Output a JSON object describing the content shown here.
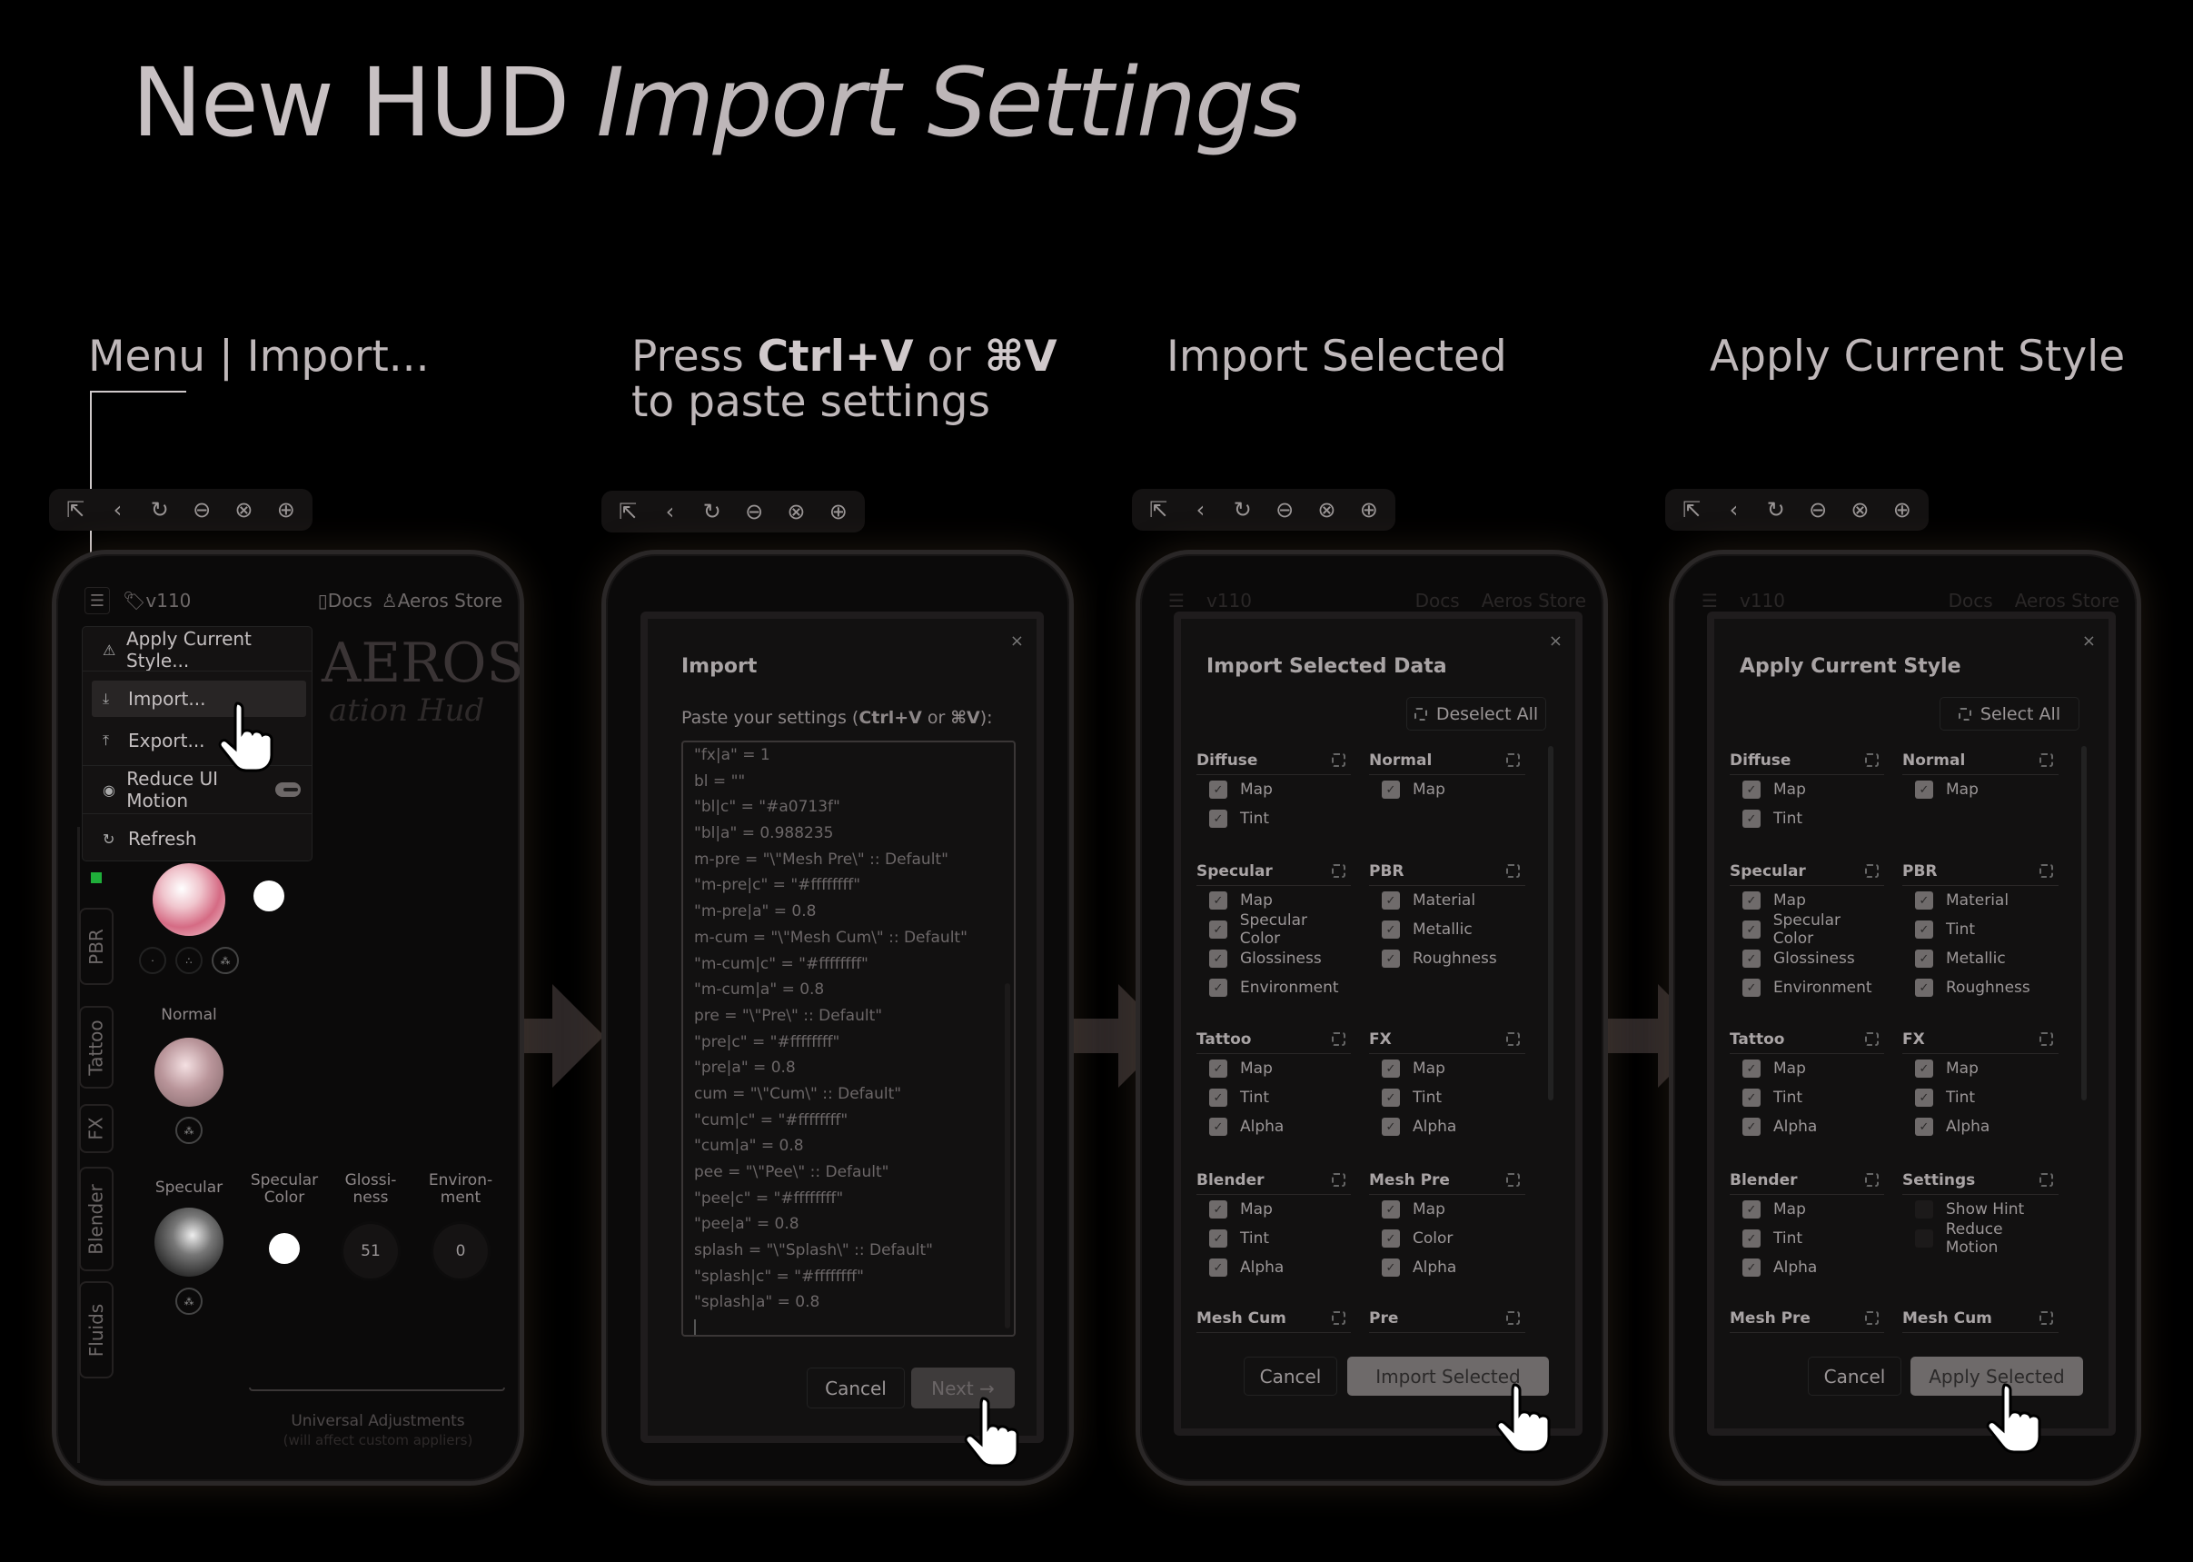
{
  "title": {
    "main": "New HUD",
    "italic": "Import Settings"
  },
  "steps": [
    {
      "label": "Menu | Import..."
    },
    {
      "line1a": "Press ",
      "line1b": "Ctrl+V",
      "line1c": " or ",
      "line1d": "⌘V",
      "line2": "to paste settings"
    },
    {
      "label": "Import Selected"
    },
    {
      "label": "Apply Current Style"
    }
  ],
  "toolbar_icons": [
    "exit-fullscreen-icon",
    "back-icon",
    "refresh-icon",
    "zoom-out-icon",
    "zoom-reset-icon",
    "zoom-in-icon"
  ],
  "hud": {
    "version": "v110",
    "docs": "Docs",
    "store": "Aeros Store",
    "logo": "AEROS",
    "logo_script": "ation Hud",
    "menu": [
      {
        "icon": "apply-style-icon",
        "label": "Apply Current Style..."
      },
      {
        "icon": "import-icon",
        "label": "Import..."
      },
      {
        "icon": "export-icon",
        "label": "Export..."
      },
      {
        "icon": "eye-icon",
        "label": "Reduce UI Motion"
      },
      {
        "icon": "refresh-icon",
        "label": "Refresh"
      }
    ],
    "reduce_motion_on": false,
    "tabs": [
      "PBR",
      "Tattoo",
      "FX",
      "Blender",
      "Fluids"
    ],
    "labels": {
      "normal": "Normal",
      "specular": "Specular",
      "spec_color": "Specular Color",
      "gloss": "Glossi- ness",
      "env": "Environ- ment"
    },
    "gloss_value": "51",
    "env_value": "0",
    "universal": "Universal Adjustments",
    "universal_sub": "(will affect custom appliers)"
  },
  "import_modal": {
    "title": "Import",
    "prompt_a": "Paste your settings (",
    "prompt_b": "Ctrl+V",
    "prompt_c": " or ",
    "prompt_d": "⌘V",
    "prompt_e": "):",
    "lines": [
      "\"fx|a\" = 1",
      "bl = \"\"",
      "\"bl|c\" = \"#a0713f\"",
      "\"bl|a\" = 0.988235",
      "m-pre = \"\\\"Mesh Pre\\\" :: Default\"",
      "\"m-pre|c\" = \"#ffffffff\"",
      "\"m-pre|a\" = 0.8",
      "m-cum = \"\\\"Mesh Cum\\\" :: Default\"",
      "\"m-cum|c\" = \"#ffffffff\"",
      "\"m-cum|a\" = 0.8",
      "pre = \"\\\"Pre\\\" :: Default\"",
      "\"pre|c\" = \"#ffffffff\"",
      "\"pre|a\" = 0.8",
      "cum = \"\\\"Cum\\\" :: Default\"",
      "\"cum|c\" = \"#ffffffff\"",
      "\"cum|a\" = 0.8",
      "pee = \"\\\"Pee\\\" :: Default\"",
      "\"pee|c\" = \"#ffffffff\"",
      "\"pee|a\" = 0.8",
      "splash = \"\\\"Splash\\\" :: Default\"",
      "\"splash|c\" = \"#ffffffff\"",
      "\"splash|a\" = 0.8"
    ],
    "cancel": "Cancel",
    "next": "Next →"
  },
  "select_modal": {
    "title": "Import Selected Data",
    "toggle": "Deselect All",
    "cancel": "Cancel",
    "confirm": "Import Selected",
    "left": [
      {
        "name": "Diffuse",
        "items": [
          [
            "Map",
            true
          ],
          [
            "Tint",
            true
          ]
        ]
      },
      {
        "name": "Specular",
        "items": [
          [
            "Map",
            true
          ],
          [
            "Specular Color",
            true
          ],
          [
            "Glossiness",
            true
          ],
          [
            "Environment",
            true
          ]
        ]
      },
      {
        "name": "Tattoo",
        "items": [
          [
            "Map",
            true
          ],
          [
            "Tint",
            true
          ],
          [
            "Alpha",
            true
          ]
        ]
      },
      {
        "name": "Blender",
        "items": [
          [
            "Map",
            true
          ],
          [
            "Tint",
            true
          ],
          [
            "Alpha",
            true
          ]
        ]
      },
      {
        "name": "Mesh Cum",
        "items": []
      }
    ],
    "right": [
      {
        "name": "Normal",
        "items": [
          [
            "Map",
            true
          ]
        ]
      },
      {
        "name": "PBR",
        "items": [
          [
            "Material",
            true
          ],
          [
            "Metallic",
            true
          ],
          [
            "Roughness",
            true
          ]
        ]
      },
      {
        "name": "FX",
        "items": [
          [
            "Map",
            true
          ],
          [
            "Tint",
            true
          ],
          [
            "Alpha",
            true
          ]
        ]
      },
      {
        "name": "Mesh Pre",
        "items": [
          [
            "Map",
            true
          ],
          [
            "Color",
            true
          ],
          [
            "Alpha",
            true
          ]
        ]
      },
      {
        "name": "Pre",
        "items": []
      }
    ]
  },
  "apply_modal": {
    "title": "Apply Current Style",
    "toggle": "Select All",
    "cancel": "Cancel",
    "confirm": "Apply Selected",
    "left": [
      {
        "name": "Diffuse",
        "items": [
          [
            "Map",
            true
          ],
          [
            "Tint",
            true
          ]
        ]
      },
      {
        "name": "Specular",
        "items": [
          [
            "Map",
            true
          ],
          [
            "Specular Color",
            true
          ],
          [
            "Glossiness",
            true
          ],
          [
            "Environment",
            true
          ]
        ]
      },
      {
        "name": "Tattoo",
        "items": [
          [
            "Map",
            true
          ],
          [
            "Tint",
            true
          ],
          [
            "Alpha",
            true
          ]
        ]
      },
      {
        "name": "Blender",
        "items": [
          [
            "Map",
            true
          ],
          [
            "Tint",
            true
          ],
          [
            "Alpha",
            true
          ]
        ]
      },
      {
        "name": "Mesh Pre",
        "items": []
      }
    ],
    "right": [
      {
        "name": "Normal",
        "items": [
          [
            "Map",
            true
          ]
        ]
      },
      {
        "name": "PBR",
        "items": [
          [
            "Material",
            true
          ],
          [
            "Tint",
            true
          ],
          [
            "Metallic",
            true
          ],
          [
            "Roughness",
            true
          ]
        ]
      },
      {
        "name": "FX",
        "items": [
          [
            "Map",
            true
          ],
          [
            "Tint",
            true
          ],
          [
            "Alpha",
            true
          ]
        ]
      },
      {
        "name": "Settings",
        "items": [
          [
            "Show Hint",
            false
          ],
          [
            "Reduce Motion",
            false
          ]
        ]
      },
      {
        "name": "Mesh Cum",
        "items": []
      }
    ]
  },
  "colors": {
    "accent_green": "#1fae3a",
    "diffuse_pink": "#e8a6b4"
  }
}
